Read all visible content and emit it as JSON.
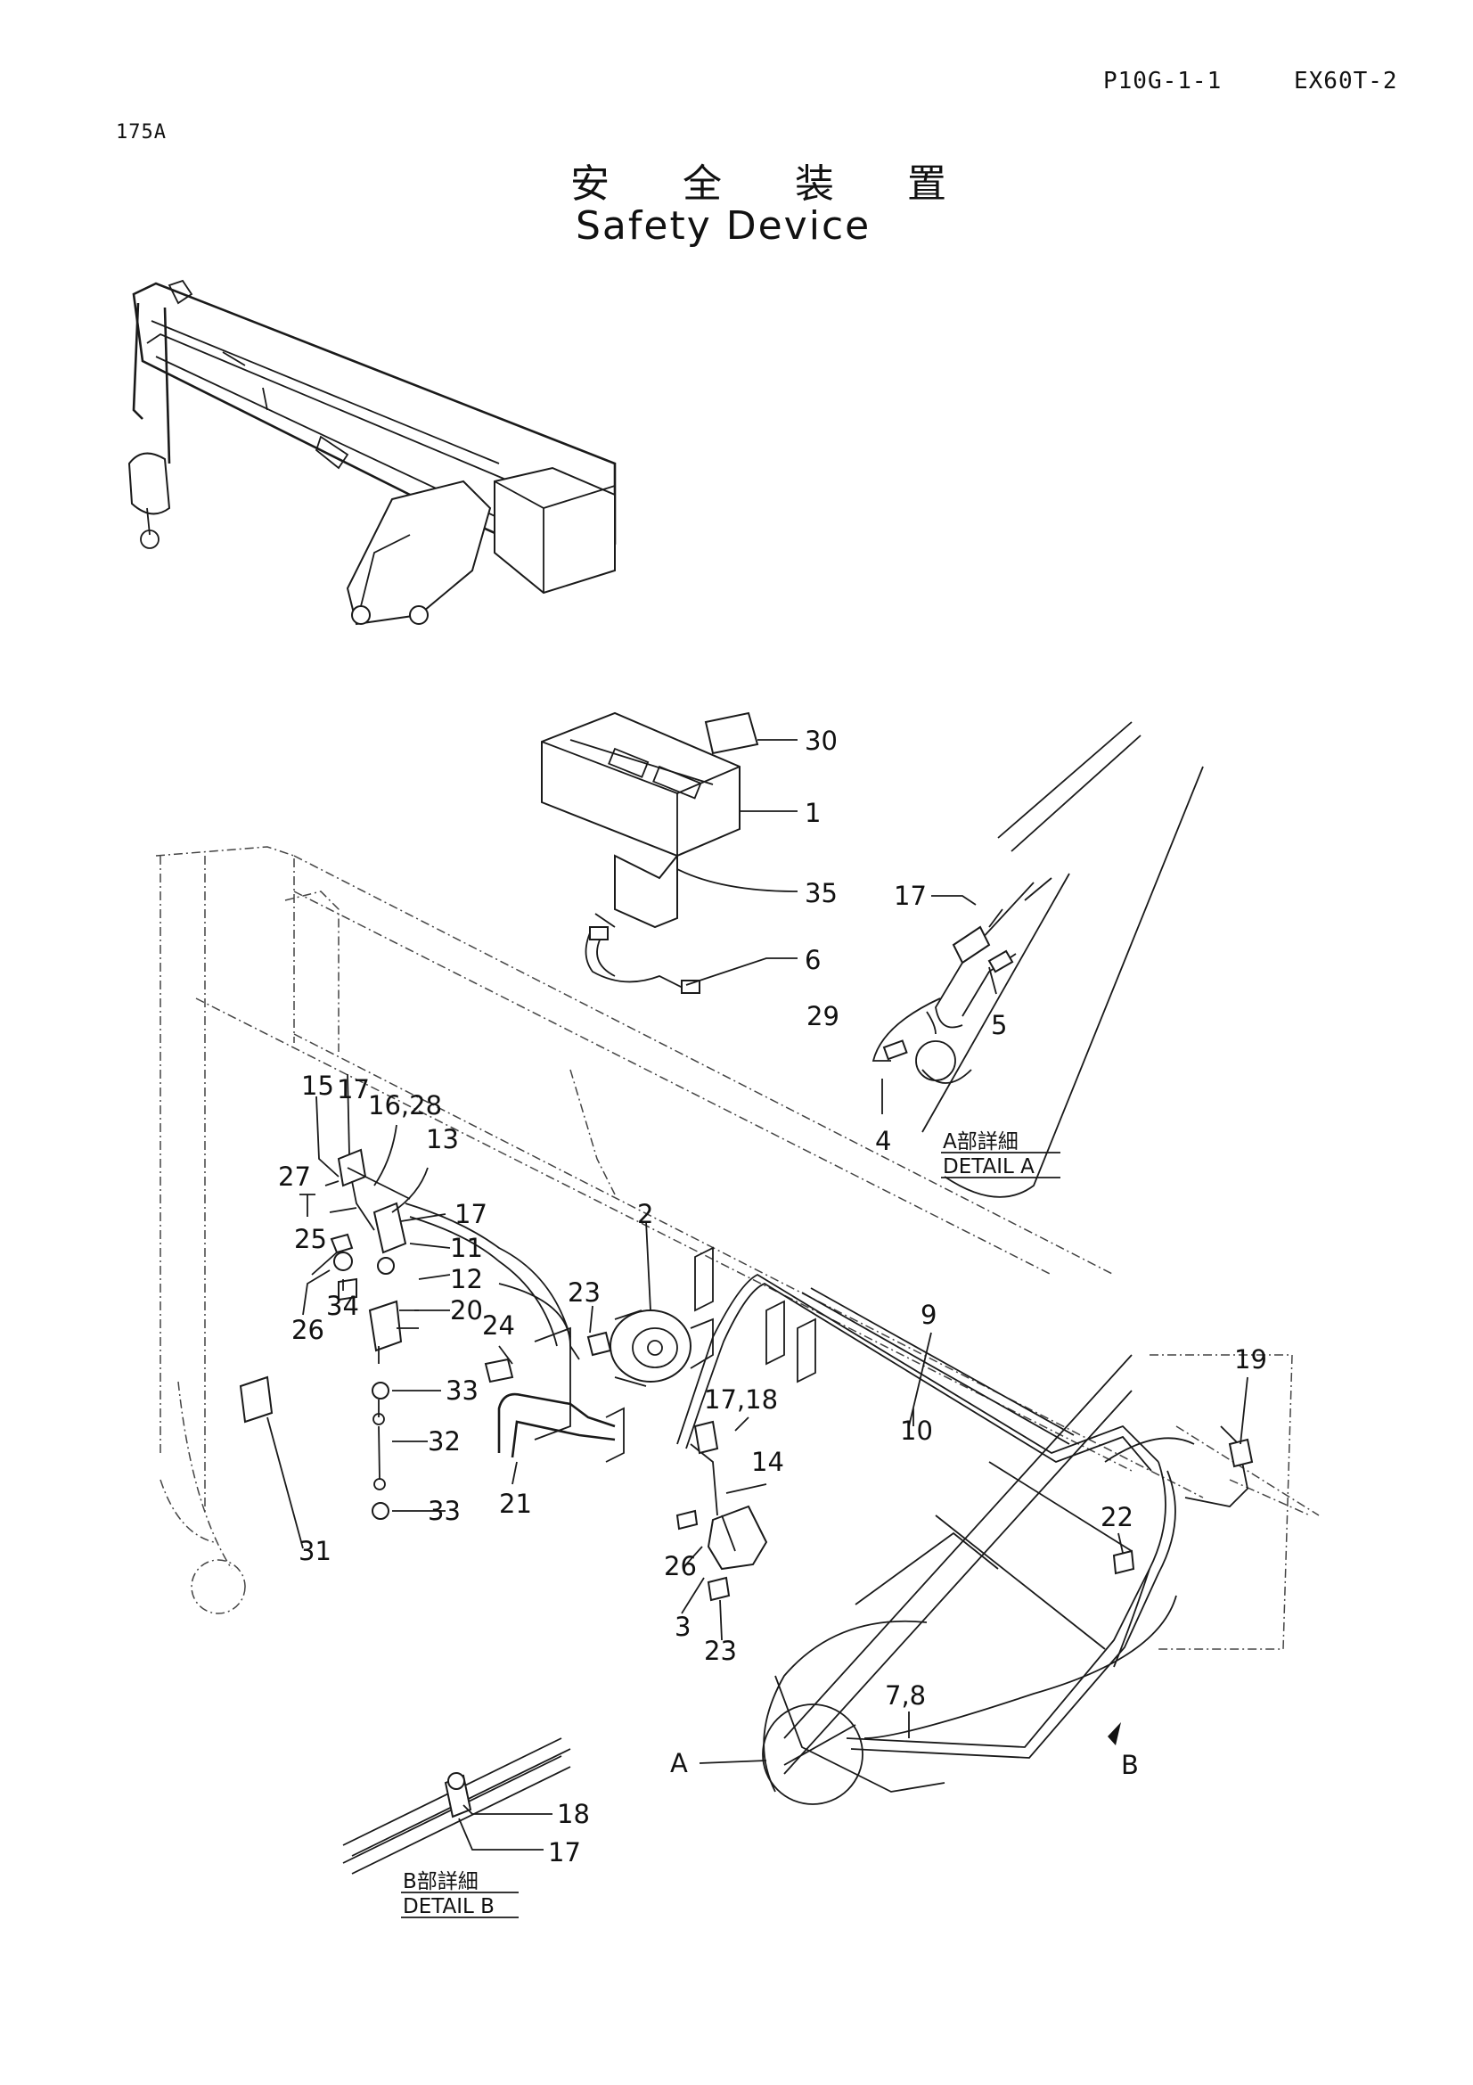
{
  "header": {
    "page_code": "P10G-1-1",
    "model": "EX60T-2",
    "sheet": "175A"
  },
  "title": {
    "japanese": "安 全 装 置",
    "english": "Safety Device"
  },
  "callouts": {
    "c1": "1",
    "c2": "2",
    "c3": "3",
    "c4": "4",
    "c5": "5",
    "c6": "6",
    "c7_8": "7,8",
    "c9": "9",
    "c10": "10",
    "c11": "11",
    "c12": "12",
    "c13": "13",
    "c14": "14",
    "c15": "15",
    "c16_28": "16,28",
    "c17": "17",
    "c17_18": "17,18",
    "c18": "18",
    "c19": "19",
    "c20": "20",
    "c21": "21",
    "c22": "22",
    "c23": "23",
    "c24": "24",
    "c25": "25",
    "c26": "26",
    "c27": "27",
    "c29": "29",
    "c30": "30",
    "c31": "31",
    "c32": "32",
    "c33": "33",
    "c34": "34",
    "c35": "35",
    "cA": "A",
    "cB": "B"
  },
  "details": {
    "a_jp": "A部詳細",
    "a_en": "DETAIL A",
    "b_jp": "B部詳細",
    "b_en": "DETAIL B"
  }
}
